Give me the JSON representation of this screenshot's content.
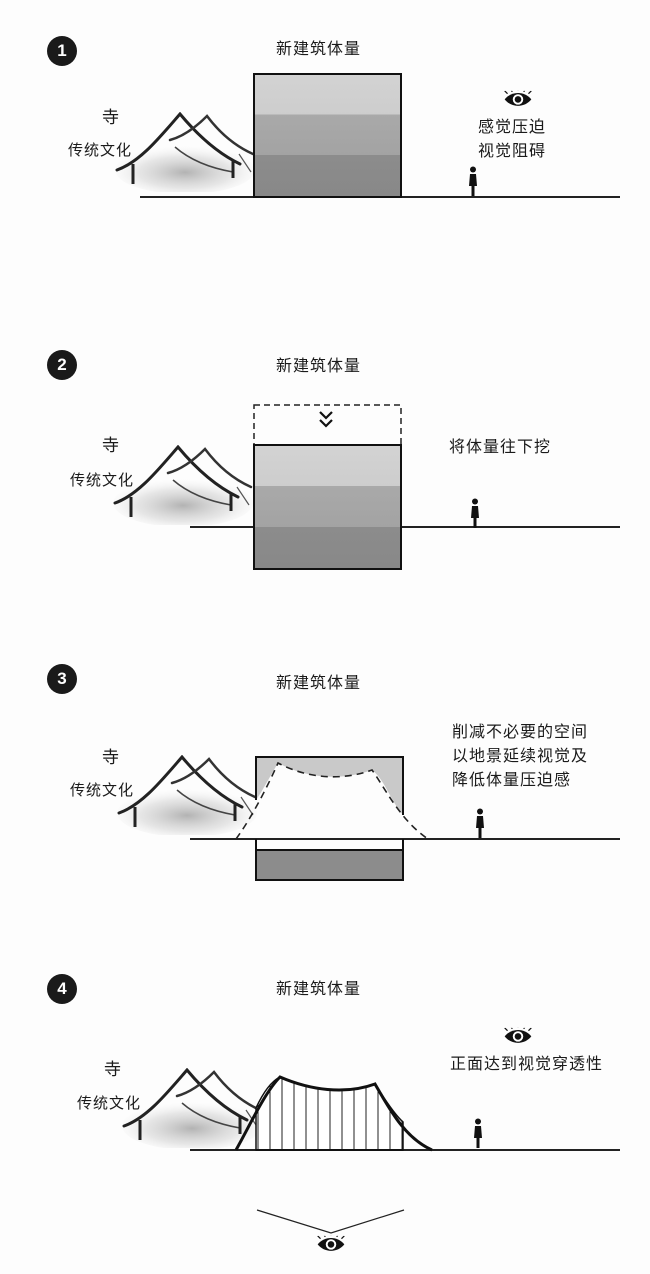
{
  "panels": [
    {
      "number": "1",
      "title": "新建筑体量",
      "temple": "寺",
      "culture": "传统文化",
      "notes": [
        "感觉压迫",
        "视觉阻碍"
      ]
    },
    {
      "number": "2",
      "title": "新建筑体量",
      "temple": "寺",
      "culture": "传统文化",
      "notes": [
        "将体量往下挖"
      ]
    },
    {
      "number": "3",
      "title": "新建筑体量",
      "temple": "寺",
      "culture": "传统文化",
      "notes": [
        "削减不必要的空间",
        "以地景延续视觉及",
        "降低体量压迫感"
      ]
    },
    {
      "number": "4",
      "title": "新建筑体量",
      "temple": "寺",
      "culture": "传统文化",
      "notes": [
        "正面达到视觉穿透性"
      ]
    }
  ],
  "icons": {
    "eye": "eye-icon",
    "person": "person-icon",
    "arrows": "double-chevron-down-icon"
  },
  "colors": {
    "ink": "#1a1a1a",
    "block_light": "#cfcfcf",
    "block_mid": "#a7a7a7",
    "block_dark": "#8a8a8a"
  }
}
